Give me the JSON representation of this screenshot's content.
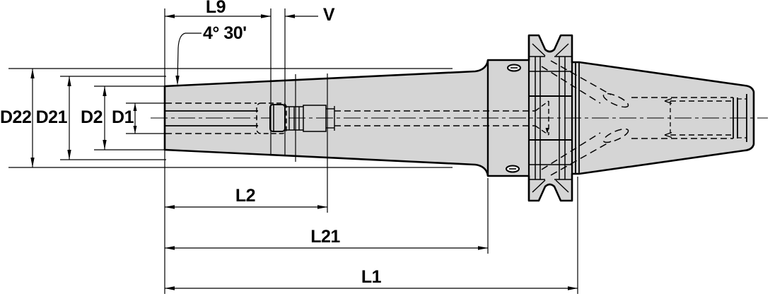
{
  "drawing": {
    "kind": "tool-holder-side-elevation-technical-drawing",
    "dimension_labels": {
      "l9": "L9",
      "v": "V",
      "angle": "4° 30'",
      "d22": "D22",
      "d21": "D21",
      "d2": "D2",
      "d1": "D1",
      "l2": "L2",
      "l21": "L21",
      "l1": "L1"
    },
    "colors": {
      "line": "#000000",
      "body_fill": "#d5d5d5",
      "background": "#ffffff"
    }
  }
}
